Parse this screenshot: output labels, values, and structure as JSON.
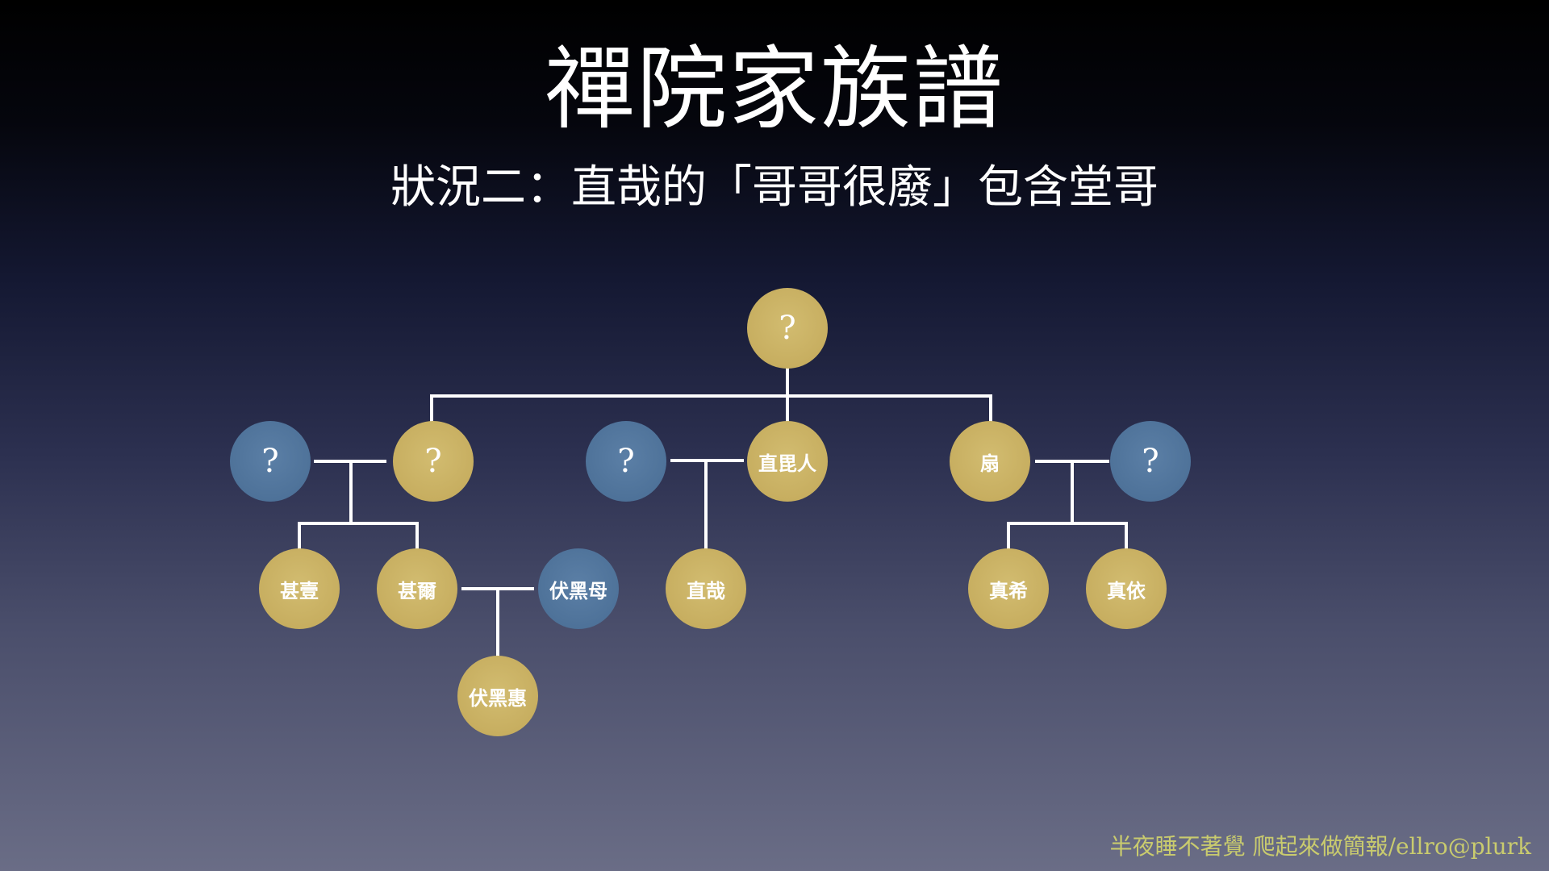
{
  "title": "禪院家族譜",
  "subtitle": "狀況二：直哉的「哥哥很廢」包含堂哥",
  "footer": "半夜睡不著覺 爬起來做簡報/ellro@plurk",
  "colors": {
    "background_top": "#000000",
    "background_bottom": "#6a6d86",
    "family_member": "#c7ae60",
    "spouse": "#4e7299",
    "connector": "#ffffff",
    "footer": "#c9cb6e"
  },
  "nodes": [
    {
      "id": "root",
      "label": "?",
      "type": "gold"
    },
    {
      "id": "g1",
      "label": "?",
      "type": "gold"
    },
    {
      "id": "g1_spouse",
      "label": "?",
      "type": "blue"
    },
    {
      "id": "g2",
      "label": "直毘人",
      "type": "gold"
    },
    {
      "id": "g2_spouse",
      "label": "?",
      "type": "blue"
    },
    {
      "id": "g3",
      "label": "扇",
      "type": "gold"
    },
    {
      "id": "g3_spouse",
      "label": "?",
      "type": "blue"
    },
    {
      "id": "c1",
      "label": "甚壹",
      "type": "gold"
    },
    {
      "id": "c2",
      "label": "甚爾",
      "type": "gold"
    },
    {
      "id": "c2_spouse",
      "label": "伏黑母",
      "type": "blue"
    },
    {
      "id": "c3",
      "label": "直哉",
      "type": "gold"
    },
    {
      "id": "c4",
      "label": "真希",
      "type": "gold"
    },
    {
      "id": "c5",
      "label": "真依",
      "type": "gold"
    },
    {
      "id": "gc1",
      "label": "伏黑惠",
      "type": "gold"
    }
  ]
}
